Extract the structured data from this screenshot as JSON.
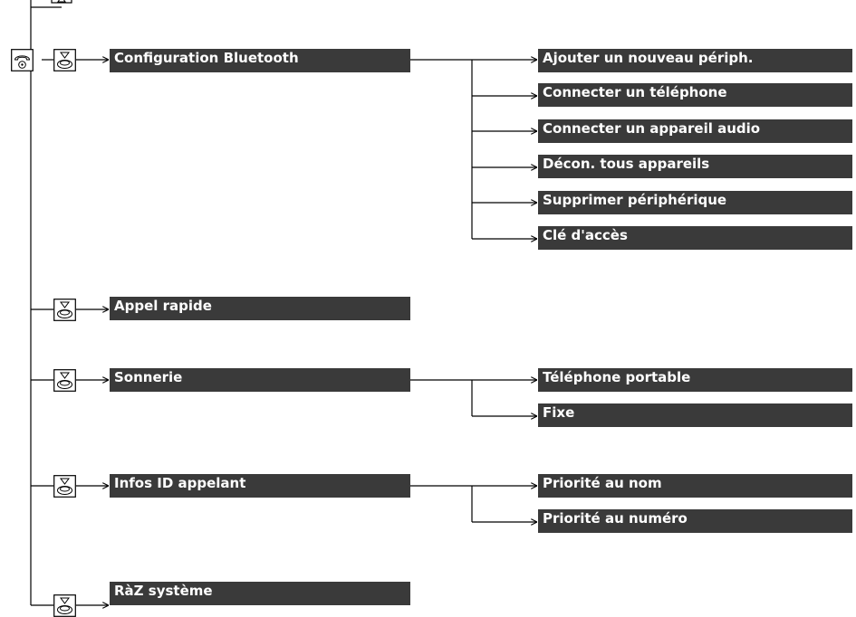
{
  "menu": {
    "main_items": [
      {
        "label": "Configuration Bluetooth"
      },
      {
        "label": "Appel rapide"
      },
      {
        "label": "Sonnerie"
      },
      {
        "label": "Infos ID appelant"
      },
      {
        "label": "RàZ système"
      }
    ],
    "bluetooth_items": [
      {
        "label": "Ajouter un nouveau périph."
      },
      {
        "label": "Connecter un téléphone"
      },
      {
        "label": "Connecter un appareil audio"
      },
      {
        "label": "Décon. tous appareils"
      },
      {
        "label": "Supprimer périphérique"
      },
      {
        "label": "Clé d'accès"
      }
    ],
    "ringtone_items": [
      {
        "label": "Téléphone portable"
      },
      {
        "label": "Fixe"
      }
    ],
    "caller_id_items": [
      {
        "label": "Priorité au nom"
      },
      {
        "label": "Priorité au numéro"
      }
    ]
  },
  "icons": {
    "phone": "phone-button-icon",
    "selector": "selector-knob-icon",
    "fragment": "partial-icon"
  },
  "colors": {
    "bar": "#3a3a3a",
    "bar_text": "#ffffff",
    "line": "#000000"
  }
}
